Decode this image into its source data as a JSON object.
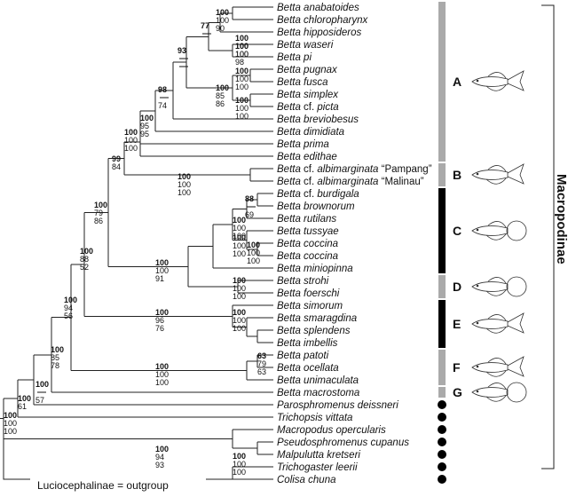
{
  "taxa": [
    {
      "text": "Betta anabatoides"
    },
    {
      "text": "Betta chloropharynx"
    },
    {
      "text": "Betta hipposideros"
    },
    {
      "text": "Betta waseri"
    },
    {
      "text": "Betta pi"
    },
    {
      "text": "Betta pugnax"
    },
    {
      "text": "Betta fusca"
    },
    {
      "text": "Betta simplex"
    },
    {
      "text": "Betta",
      "tail": " cf. ",
      "tail2": "picta"
    },
    {
      "text": "Betta breviobesus"
    },
    {
      "text": "Betta dimidiata"
    },
    {
      "text": "Betta prima"
    },
    {
      "text": "Betta edithae"
    },
    {
      "text": "Betta",
      "tail": " cf. ",
      "tail2": "albimarginata",
      "tail3": " “Pampang”"
    },
    {
      "text": "Betta",
      "tail": " cf. ",
      "tail2": "albimarginata",
      "tail3": " “Malinau”"
    },
    {
      "text": "Betta",
      "tail": " cf. ",
      "tail2": "burdigala"
    },
    {
      "text": "Betta brownorum"
    },
    {
      "text": "Betta rutilans"
    },
    {
      "text": "Betta tussyae"
    },
    {
      "text": "Betta coccina"
    },
    {
      "text": "Betta coccina"
    },
    {
      "text": "Betta miniopinna"
    },
    {
      "text": "Betta strohi"
    },
    {
      "text": "Betta foerschi"
    },
    {
      "text": "Betta simorum"
    },
    {
      "text": "Betta smaragdina"
    },
    {
      "text": "Betta splendens"
    },
    {
      "text": "Betta imbellis"
    },
    {
      "text": "Betta patoti"
    },
    {
      "text": "Betta ocellata"
    },
    {
      "text": "Betta unimaculata"
    },
    {
      "text": "Betta macrostoma"
    },
    {
      "text": "Parosphromenus deissneri"
    },
    {
      "text": "Trichopsis vittata"
    },
    {
      "text": "Macropodus opercularis"
    },
    {
      "text": "Pseudosphromenus cupanus"
    },
    {
      "text": "Malpulutta kretseri"
    },
    {
      "text": "Trichogaster leerii"
    },
    {
      "text": "Colisa chuna"
    }
  ],
  "supports": [
    {
      "id": "n1",
      "lines": [
        "100",
        "100",
        "90"
      ]
    },
    {
      "id": "n2",
      "lines": [
        "77",
        "—",
        ""
      ]
    },
    {
      "id": "n3",
      "lines": [
        "100",
        "100",
        "100"
      ]
    },
    {
      "id": "n4",
      "lines": [
        "100",
        "100",
        "98"
      ]
    },
    {
      "id": "n5",
      "lines": [
        "93",
        "—",
        "—"
      ]
    },
    {
      "id": "n6",
      "lines": [
        "100",
        "100",
        "100"
      ]
    },
    {
      "id": "n7",
      "lines": [
        "100",
        "85",
        "86"
      ]
    },
    {
      "id": "n8",
      "lines": [
        "100",
        "100",
        "100"
      ]
    },
    {
      "id": "n9",
      "lines": [
        "98",
        "—",
        "74"
      ]
    },
    {
      "id": "n10",
      "lines": [
        "100",
        "95",
        "95"
      ]
    },
    {
      "id": "n11",
      "lines": [
        "100",
        "100",
        "100"
      ]
    },
    {
      "id": "n12",
      "lines": [
        "99",
        "84",
        ""
      ]
    },
    {
      "id": "n13",
      "lines": [
        "100",
        "100",
        "100"
      ]
    },
    {
      "id": "n14",
      "lines": [
        "88",
        "—",
        "69"
      ]
    },
    {
      "id": "n15",
      "lines": [
        "100",
        "100",
        "100"
      ]
    },
    {
      "id": "n16",
      "lines": [
        "100",
        "100",
        "100"
      ]
    },
    {
      "id": "n17",
      "lines": [
        "100",
        "100",
        "100"
      ]
    },
    {
      "id": "n18",
      "lines": [
        "100",
        "100",
        "91"
      ]
    },
    {
      "id": "n19",
      "lines": [
        "100",
        "79",
        "86"
      ]
    },
    {
      "id": "n20",
      "lines": [
        "100",
        "88",
        "52"
      ]
    },
    {
      "id": "n21",
      "lines": [
        "100",
        "100",
        "100"
      ]
    },
    {
      "id": "n22",
      "lines": [
        "100",
        "100",
        "100"
      ]
    },
    {
      "id": "n23",
      "lines": [
        "100",
        "96",
        "76"
      ]
    },
    {
      "id": "n24",
      "lines": [
        "63",
        "79",
        "63"
      ]
    },
    {
      "id": "n25",
      "lines": [
        "100",
        "100",
        "100"
      ]
    },
    {
      "id": "n26",
      "lines": [
        "100",
        "94",
        "56"
      ]
    },
    {
      "id": "n27",
      "lines": [
        "100",
        "85",
        "78"
      ]
    },
    {
      "id": "n28",
      "lines": [
        "100",
        "—",
        "57"
      ]
    },
    {
      "id": "n29",
      "lines": [
        "100",
        "61",
        ""
      ]
    },
    {
      "id": "n30",
      "lines": [
        "100",
        "100",
        "100"
      ]
    },
    {
      "id": "n31",
      "lines": [
        "100",
        "94",
        "93"
      ]
    },
    {
      "id": "n32",
      "lines": [
        "100",
        "100",
        "100"
      ]
    }
  ],
  "clades": [
    {
      "letter": "A",
      "color": "#aaaaaa"
    },
    {
      "letter": "B",
      "color": "#aaaaaa"
    },
    {
      "letter": "C",
      "color": "#000000"
    },
    {
      "letter": "D",
      "color": "#aaaaaa"
    },
    {
      "letter": "E",
      "color": "#000000"
    },
    {
      "letter": "F",
      "color": "#aaaaaa"
    },
    {
      "letter": "G",
      "color": "#aaaaaa"
    }
  ],
  "outgroup_label": "Luciocephalinae = outgroup",
  "subfamily_label": "Macropodinae"
}
